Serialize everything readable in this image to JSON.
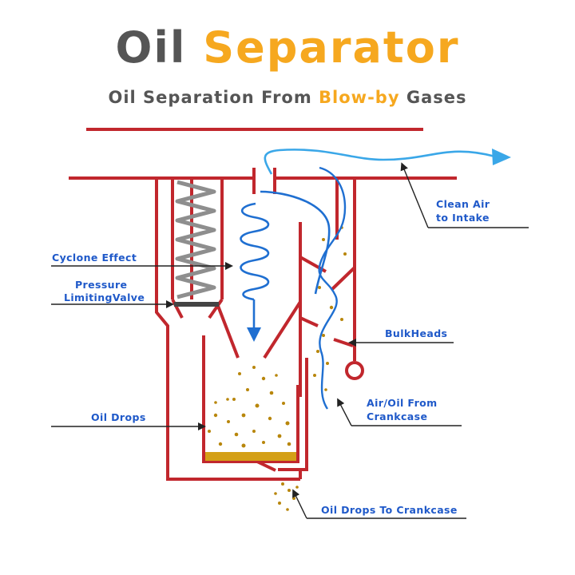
{
  "title": {
    "word1": "Oil",
    "word2": "Separator"
  },
  "subtitle": {
    "part1": "Oil Separation From ",
    "highlight": "Blow-by",
    "part2": " Gases"
  },
  "labels": {
    "clean_air_line1": "Clean Air",
    "clean_air_line2": "to Intake",
    "cyclone_effect": "Cyclone Effect",
    "pressure_line1": "Pressure",
    "pressure_line2": "LimitingValve",
    "bulkheads": "BulkHeads",
    "oil_drops": "Oil Drops",
    "air_oil_line1": "Air/Oil From",
    "air_oil_line2": "Crankcase",
    "oil_drops_crankcase": "Oil Drops To Crankcase"
  },
  "colors": {
    "housing": "#c1272d",
    "airflow_clean": "#3aa7e8",
    "airflow": "#1f6fd1",
    "label_text": "#1f59c9",
    "title_dark": "#555555",
    "title_accent": "#f6a81f",
    "spring": "#8e8e8e",
    "oil": "#b8860b",
    "oil_pool": "#d4a017"
  }
}
